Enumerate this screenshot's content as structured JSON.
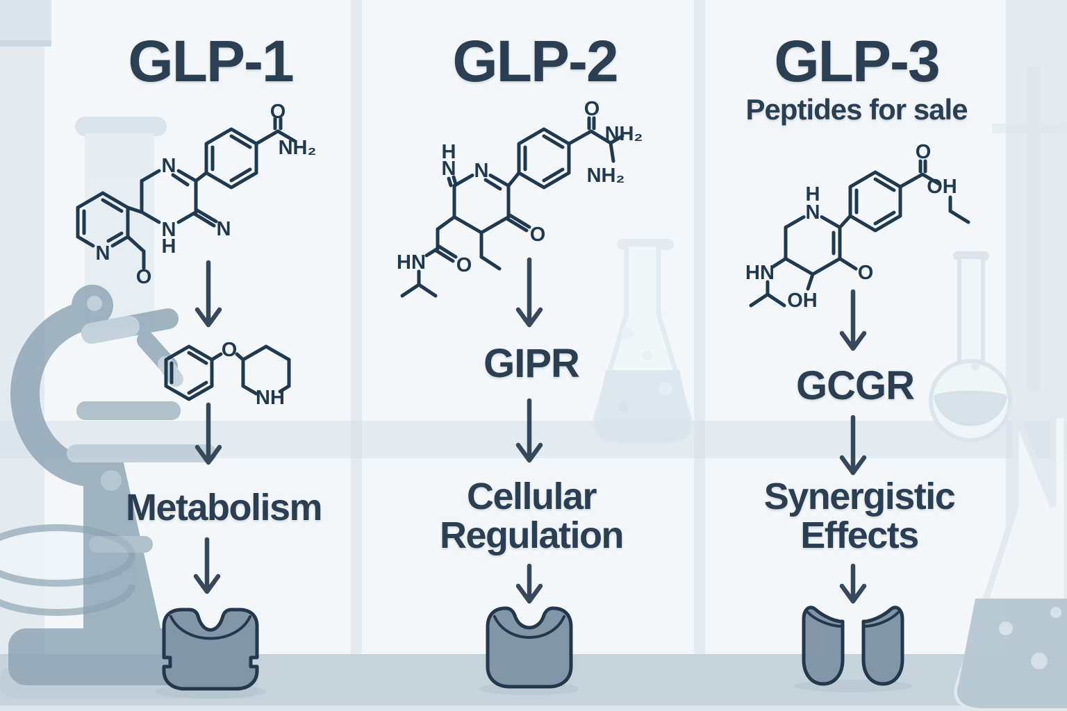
{
  "palette": {
    "wall": "#e4ebf0",
    "panel": "#f3f7f9",
    "band": "#d4e0e7",
    "bench": "#c6d3db",
    "bench_strip": "#dde6eb",
    "title_text": "#2c3e52",
    "bond_line": "#20394f",
    "arrow": "#36495c",
    "receptor_fill": "#8197a7",
    "receptor_stroke": "#24384d",
    "silhouette": "#8ba2b3"
  },
  "columns": [
    {
      "title": "GLP-1",
      "subtitle": "",
      "receptor": "",
      "outcome_line1": "Metabolism",
      "outcome_line2": ""
    },
    {
      "title": "GLP-2",
      "subtitle": "",
      "receptor": "GIPR",
      "outcome_line1": "Cellular",
      "outcome_line2": "Regulation"
    },
    {
      "title": "GLP-3",
      "subtitle": "Peptides for sale",
      "receptor": "GCGR",
      "outcome_line1": "Synergistic",
      "outcome_line2": "Effects"
    }
  ],
  "atoms": {
    "glp1": {
      "o_carbonyl": "O",
      "nh2": "NH₂",
      "n_ring_top": "N",
      "n_ring_bottom": "N",
      "h_ring_bottom": "H",
      "n_imine": "N",
      "n_pyridine": "N",
      "o_methylene": "O"
    },
    "metabolite": {
      "o_ether": "O",
      "nh_piperidine": "NH"
    },
    "glp2": {
      "o_carbonyl": "O",
      "nh2_top": "NH₂",
      "nh2_bottom": "NH₂",
      "h_imine": "H",
      "n_imine": "N",
      "n_ring": "N",
      "o_ketone": "O",
      "o_amide": "O",
      "hn_amide": "HN"
    },
    "glp3": {
      "h_ring": "H",
      "n_ring": "N",
      "o_carbonyl": "O",
      "oh_ester": "OH",
      "o_ring": "O",
      "oh_bottom": "OH",
      "hn_amine": "HN"
    }
  },
  "background": {
    "items": [
      "microscope",
      "petri-dish",
      "test-tube",
      "erlenmeyer-flask-center",
      "volumetric-flask",
      "erlenmeyer-flask-large",
      "stand-rod"
    ]
  }
}
